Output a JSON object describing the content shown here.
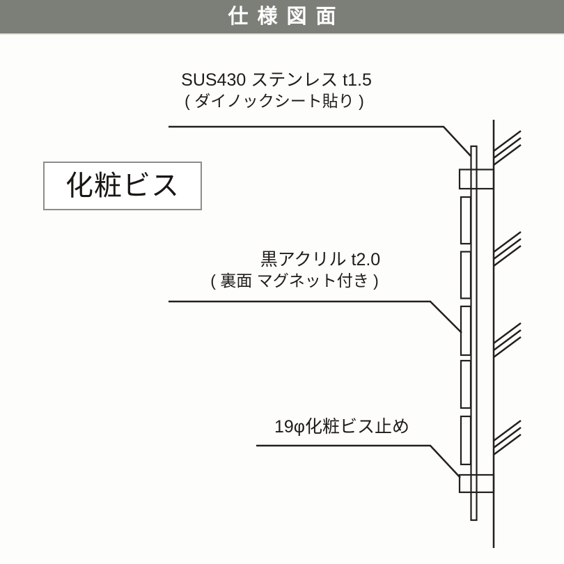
{
  "header": {
    "title": "仕様図面"
  },
  "annotations": {
    "sus_label": {
      "line1": "SUS430 ステンレス t1.5",
      "line2": "( ダイノックシート貼り )"
    },
    "screw_box_label": "化粧ビス",
    "acrylic_label": {
      "line1": "黒アクリル t2.0",
      "line2": "( 裏面 マグネット付き )"
    },
    "bottom_label": "19φ化粧ビス止め"
  },
  "drawing": {
    "parts": [
      "wall-section-line",
      "stainless-plate",
      "top-mounting-block",
      "acrylic-panels-x5",
      "bottom-mounting-block"
    ]
  },
  "colors": {
    "banner_bg": "#7c7f78",
    "banner_text": "#ffffff",
    "drawing_line": "#231f1c",
    "box_border": "#8c8c8a",
    "page_bg": "#fdfdfb"
  }
}
